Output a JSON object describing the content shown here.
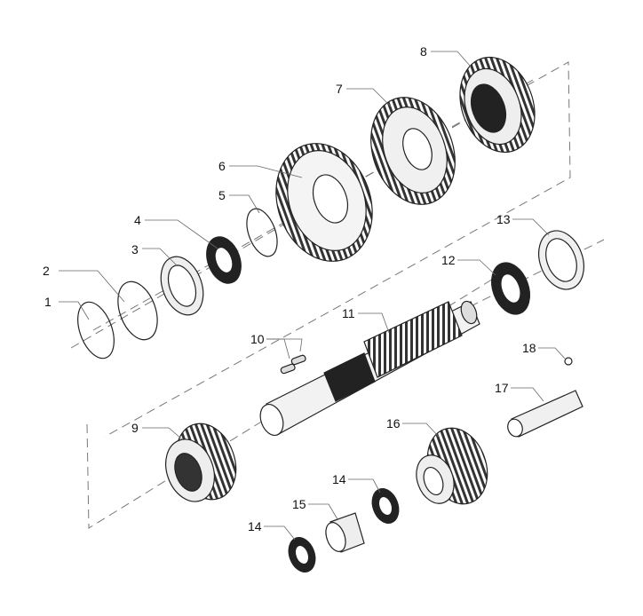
{
  "diagram": {
    "callouts": [
      {
        "id": "c1",
        "text": "1"
      },
      {
        "id": "c2",
        "text": "2"
      },
      {
        "id": "c3",
        "text": "3"
      },
      {
        "id": "c4",
        "text": "4"
      },
      {
        "id": "c5",
        "text": "5"
      },
      {
        "id": "c6",
        "text": "6"
      },
      {
        "id": "c7",
        "text": "7"
      },
      {
        "id": "c8",
        "text": "8"
      },
      {
        "id": "c9",
        "text": "9"
      },
      {
        "id": "c10",
        "text": "10"
      },
      {
        "id": "c11",
        "text": "11"
      },
      {
        "id": "c12",
        "text": "12"
      },
      {
        "id": "c13",
        "text": "13"
      },
      {
        "id": "c14a",
        "text": "14"
      },
      {
        "id": "c14b",
        "text": "14"
      },
      {
        "id": "c15",
        "text": "15"
      },
      {
        "id": "c16",
        "text": "16"
      },
      {
        "id": "c17",
        "text": "17"
      },
      {
        "id": "c18",
        "text": "18"
      }
    ]
  }
}
